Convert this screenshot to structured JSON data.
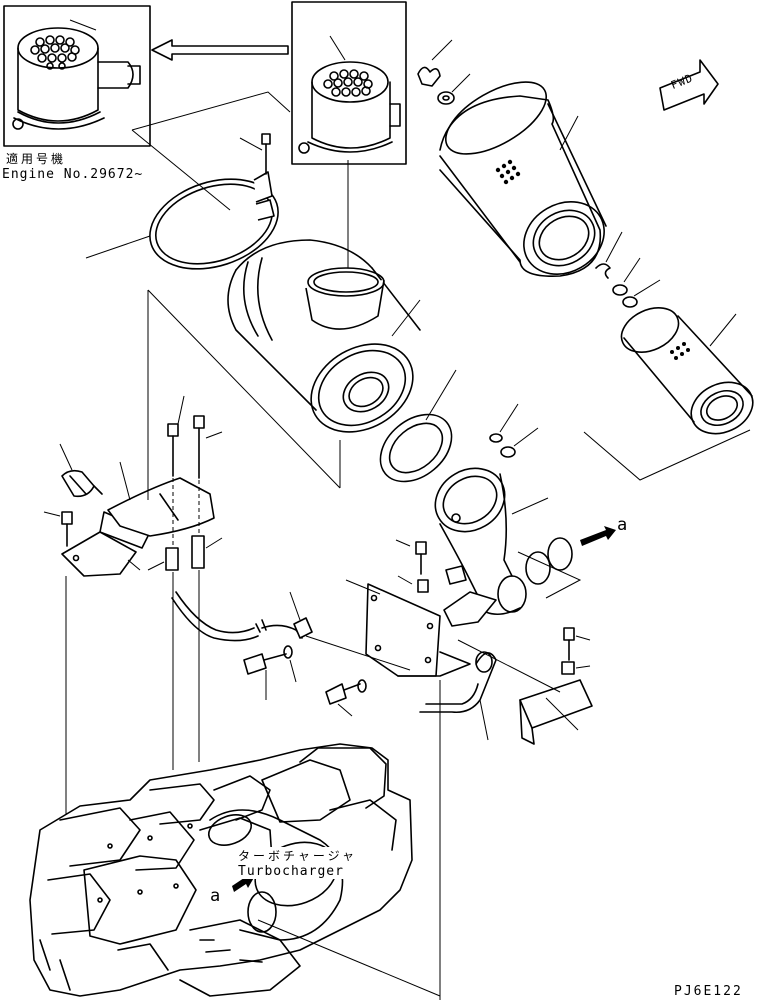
{
  "applicable_machine": {
    "jp_label": "適用号機",
    "engine_label": "Engine No.29672~"
  },
  "turbocharger": {
    "jp_label": "ターボチャージャ",
    "en_label": "Turbocharger"
  },
  "direction_marker": {
    "label": "FWD"
  },
  "connection_marker": {
    "to_label": "a",
    "from_label": "a"
  },
  "drawing_code": "PJ6E122"
}
